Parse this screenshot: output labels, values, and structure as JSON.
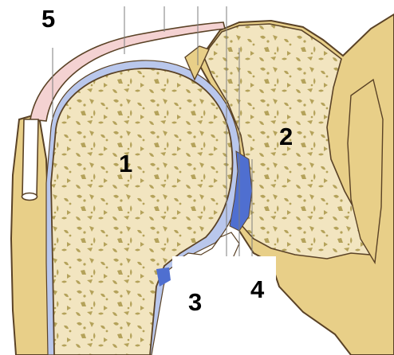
{
  "labels": {
    "l1": "1",
    "l2": "2",
    "l3": "3",
    "l4": "4",
    "l5": "5"
  },
  "colors": {
    "bone_fill": "#f2e5c0",
    "cortex_fill": "#e8cf88",
    "trabecula": "#b4a25a",
    "outline": "#5a4226",
    "cartilage_blue": "#b9c7ec",
    "synovial_blue": "#4f6fd0",
    "capsule_pink": "#f4d2d2",
    "leader_line": "#7d7d7d"
  }
}
